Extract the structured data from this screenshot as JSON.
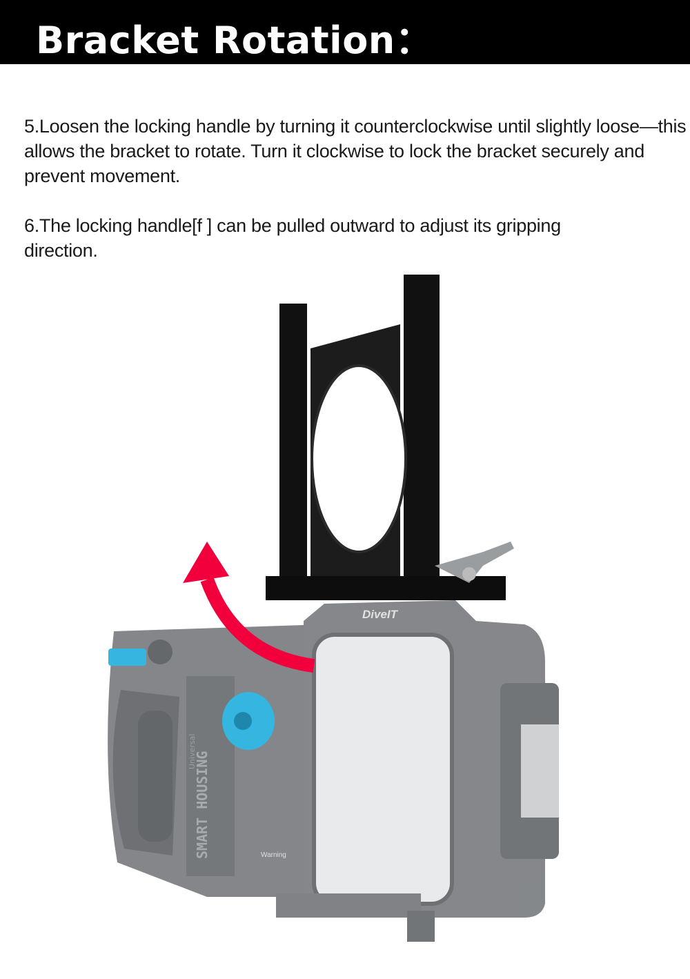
{
  "header": {
    "title": "Bracket Rotation："
  },
  "instructions": [
    {
      "text": "5.Loosen the locking handle by turning it counterclockwise until slightly loose—this allows the bracket to rotate. Turn it clockwise to lock the bracket securely and prevent movement."
    },
    {
      "text": "6.The locking handle[f ] can be pulled outward to adjust its gripping direction."
    }
  ],
  "product_image": {
    "brand_logo": "DiveIT",
    "housing_label": "SMART HOUSING",
    "housing_sublabel": "Universal",
    "warning_label": "Warning",
    "arrow_color": "#f2003c",
    "knob_color": "#35b6e0"
  }
}
